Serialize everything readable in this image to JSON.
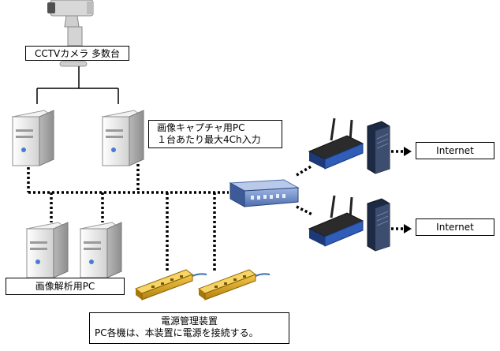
{
  "labels": {
    "camera": "CCTVカメラ 多数台",
    "capture_pc_line1": "画像キャプチャ用PC",
    "capture_pc_line2": "１台あたり最大4Ch入力",
    "analysis_pc": "画像解析用PC",
    "internet_top": "Internet",
    "internet_bottom": "Internet",
    "power_line1": "電源管理装置",
    "power_line2": "PC各機は、本装置に電源を接続する。"
  },
  "icons": {
    "camera": "cctv-camera-icon",
    "pc": "tower-pc-icon",
    "hub": "network-hub-icon",
    "router": "wireless-router-icon",
    "modem": "modem-icon",
    "power": "power-strip-icon"
  },
  "colors": {
    "pc_body": "#e4e4e4",
    "pc_shade": "#9a9a9a",
    "hub": "#6f8fc9",
    "router": "#1f3a6b",
    "power_strip": "#d9a21a",
    "line": "#000000"
  }
}
